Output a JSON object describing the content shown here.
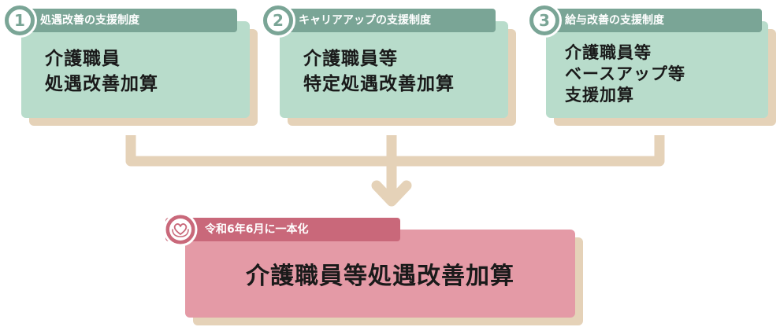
{
  "colors": {
    "card_panel": "#b8dccb",
    "card_tag": "#7aa596",
    "shadow": "#e5d2b8",
    "connector": "#e5d2b8",
    "result_panel": "#e49aa6",
    "result_tag": "#c9687a"
  },
  "sources": [
    {
      "number": "1",
      "tag_label": "処遇改善の支援制度",
      "body": "介護職員\n処遇改善加算"
    },
    {
      "number": "2",
      "tag_label": "キャリアアップの支援制度",
      "body": "介護職員等\n特定処遇改善加算"
    },
    {
      "number": "3",
      "tag_label": "給与改善の支援制度",
      "body": "介護職員等\nベースアップ等\n支援加算"
    }
  ],
  "result": {
    "tag_label": "令和6年6月に一本化",
    "title": "介護職員等処遇改善加算",
    "icon": "heart-hands-icon"
  }
}
